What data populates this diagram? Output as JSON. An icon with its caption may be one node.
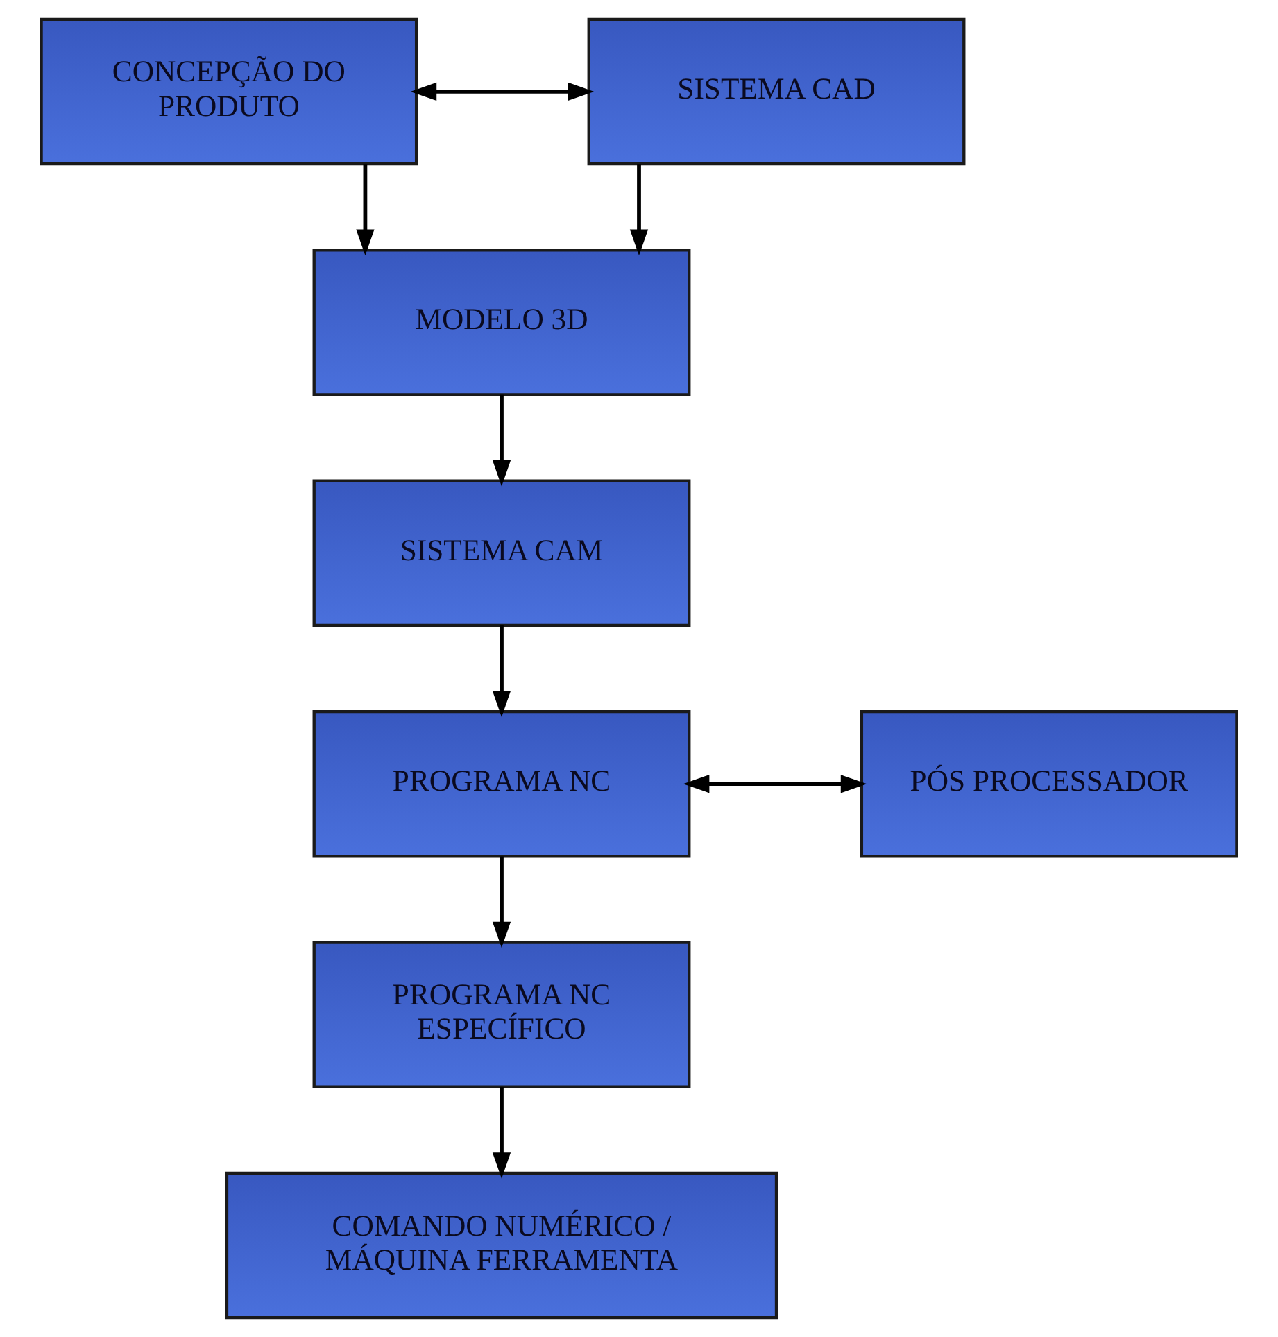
{
  "diagram": {
    "nodes": [
      {
        "text": [
          "CONCEPÇÃO DO PRODUTO"
        ]
      },
      {
        "text": [
          "SISTEMA CAD"
        ]
      },
      {
        "text": [
          "MODELO 3D"
        ]
      },
      {
        "text": [
          "SISTEMA CAM"
        ]
      },
      {
        "text": [
          "PROGRAMA NC"
        ]
      },
      {
        "text": [
          "PÓS PROCESSADOR"
        ]
      },
      {
        "text": [
          "PROGRAMA NC ESPECÍFICO"
        ]
      },
      {
        "text": [
          "COMANDO NUMÉRICO / MÁQUINA FERRAMENTA"
        ]
      }
    ],
    "edges": [
      {
        "from": 0,
        "to": 1,
        "arrow": "both"
      },
      {
        "from": 0,
        "to": 2,
        "arrow": "to"
      },
      {
        "from": 1,
        "to": 2,
        "arrow": "to"
      },
      {
        "from": 2,
        "to": 3,
        "arrow": "to"
      },
      {
        "from": 3,
        "to": 4,
        "arrow": "to"
      },
      {
        "from": 4,
        "to": 5,
        "arrow": "both"
      },
      {
        "from": 4,
        "to": 6,
        "arrow": "to"
      },
      {
        "from": 6,
        "to": 7,
        "arrow": "to"
      }
    ]
  }
}
